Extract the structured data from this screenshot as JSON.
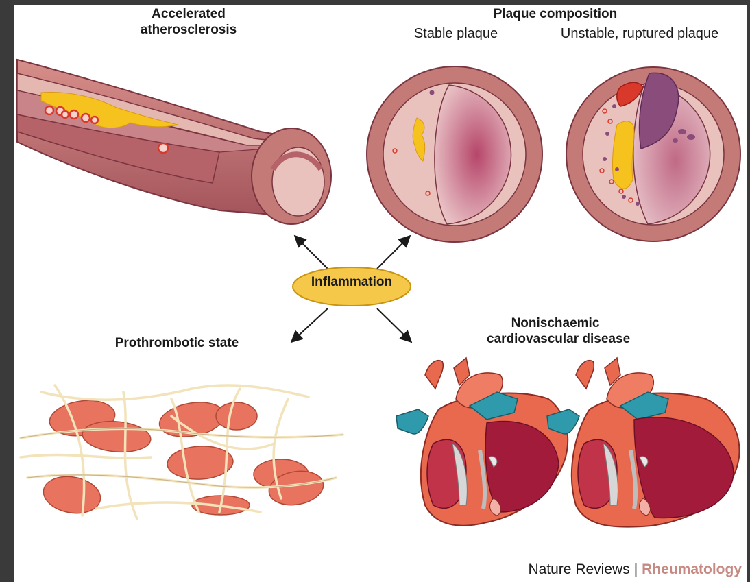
{
  "labels": {
    "accelerated_line1": "Accelerated",
    "accelerated_line2": "atherosclerosis",
    "plaque_composition": "Plaque composition",
    "stable_plaque": "Stable plaque",
    "unstable_plaque": "Unstable, ruptured plaque",
    "inflammation": "Inflammation",
    "prothrombotic": "Prothrombotic state",
    "nonischaemic_line1": "Nonischaemic",
    "nonischaemic_line2": "cardiovascular disease"
  },
  "credit": {
    "journal": "Nature Reviews",
    "separator": "|",
    "subject": "Rheumatology"
  },
  "colors": {
    "vessel_wall": "#c47a76",
    "vessel_wall_dark": "#8a3d46",
    "lumen": "#e9c2bd",
    "plaque_yellow": "#f6c21e",
    "cell_red": "#d8392b",
    "inflammation_fill": "#f5c84a",
    "fibrin": "#f2e3bb",
    "rbc": "#e8735f",
    "heart_red": "#e8694e",
    "vessel_blue": "#2f9aab",
    "heart_dark": "#a31b3a",
    "rheumatology": "#c78a83"
  }
}
